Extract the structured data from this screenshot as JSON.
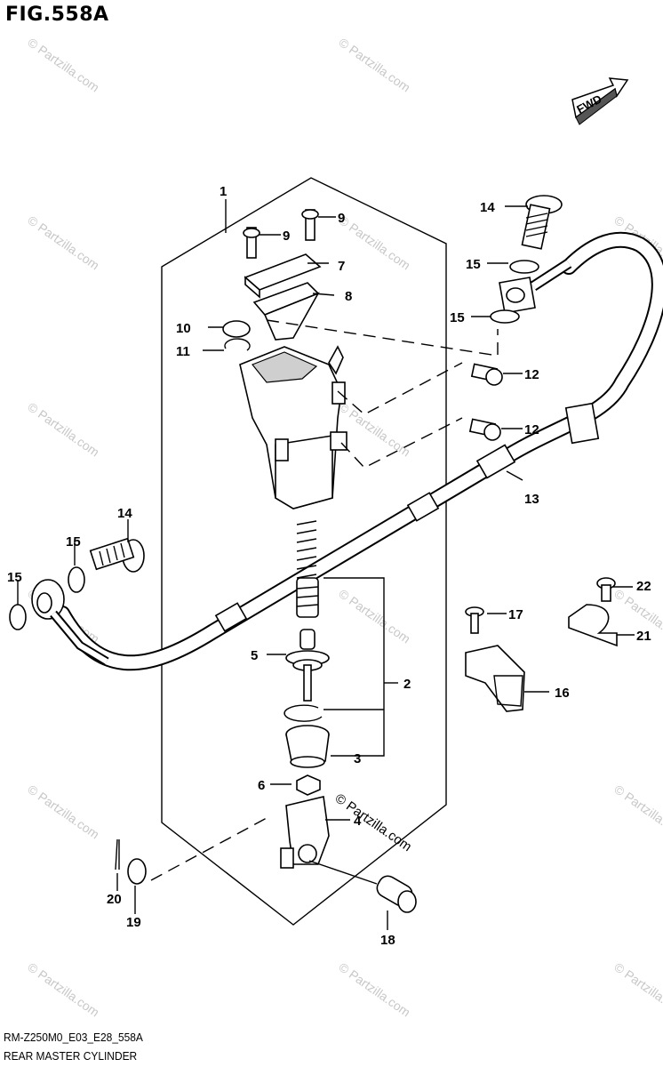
{
  "figure": {
    "title": "FIG.558A"
  },
  "direction_marker": {
    "label": "FWD"
  },
  "footer": {
    "code": "RM-Z250M0_E03_E28_558A",
    "title": "REAR MASTER CYLINDER"
  },
  "watermark": {
    "text": "© Partzilla.com"
  },
  "callouts": {
    "c1": "1",
    "c2": "2",
    "c3": "3",
    "c4": "4",
    "c5": "5",
    "c6": "6",
    "c7": "7",
    "c8": "8",
    "c9a": "9",
    "c9b": "9",
    "c10": "10",
    "c11": "11",
    "c12a": "12",
    "c12b": "12",
    "c13": "13",
    "c14a": "14",
    "c14b": "14",
    "c15a": "15",
    "c15b": "15",
    "c15c": "15",
    "c15d": "15",
    "c16": "16",
    "c17": "17",
    "c18": "18",
    "c19": "19",
    "c20": "20",
    "c21": "21",
    "c22": "22"
  }
}
